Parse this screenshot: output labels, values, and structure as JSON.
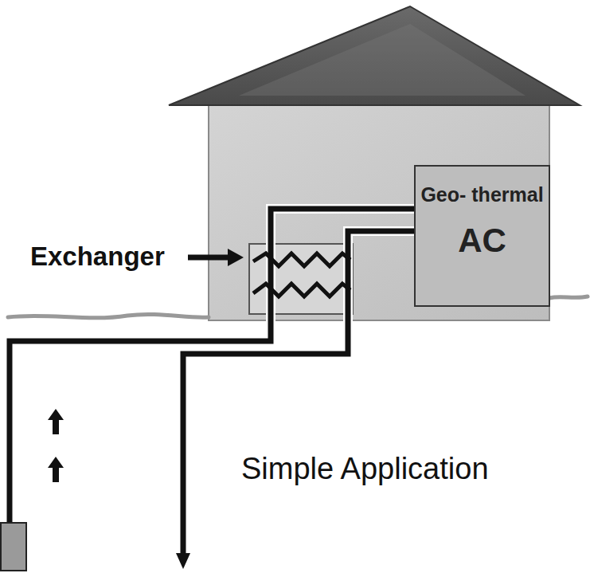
{
  "diagram": {
    "nodes": [
      {
        "text": [
          "Geo- thermal",
          "AC"
        ]
      }
    ],
    "labels": [
      "Exchanger",
      "Simple Application"
    ]
  }
}
